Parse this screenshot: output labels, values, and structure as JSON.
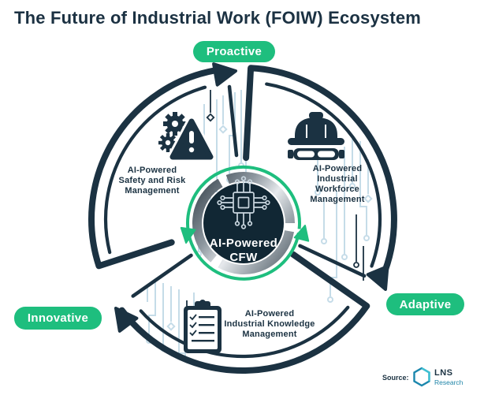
{
  "title": "The Future of Industrial Work (FOIW) Ecosystem",
  "badges": {
    "top": "Proactive",
    "right": "Adaptive",
    "left": "Innovative"
  },
  "center": {
    "icon": "chip-icon",
    "line1": "AI-Powered",
    "line2": "CFW"
  },
  "segments": [
    {
      "name": "safety",
      "icon": "gears-warning-icon",
      "lines": [
        "AI-Powered",
        "Safety and Risk",
        "Management"
      ]
    },
    {
      "name": "workforce",
      "icon": "hard-hat-icon",
      "lines": [
        "AI-Powered",
        "Industrial",
        "Workforce",
        "Management"
      ]
    },
    {
      "name": "knowledge",
      "icon": "clipboard-checklist-icon",
      "lines": [
        "AI-Powered",
        "Industrial Knowledge",
        "Management"
      ]
    }
  ],
  "source": {
    "label": "Source:",
    "brand_top": "LNS",
    "brand_bottom": "Research"
  },
  "colors": {
    "navy": "#1B3242",
    "green": "#1EBE7E",
    "circuit_blue": "#C5DCE8",
    "hub_fill": "#112734",
    "chip_stroke": "#C9D6DF",
    "logo_blue": "#1B87AD",
    "logo_teal": "#3EC1D3",
    "text_light": "#FFFFFF"
  }
}
